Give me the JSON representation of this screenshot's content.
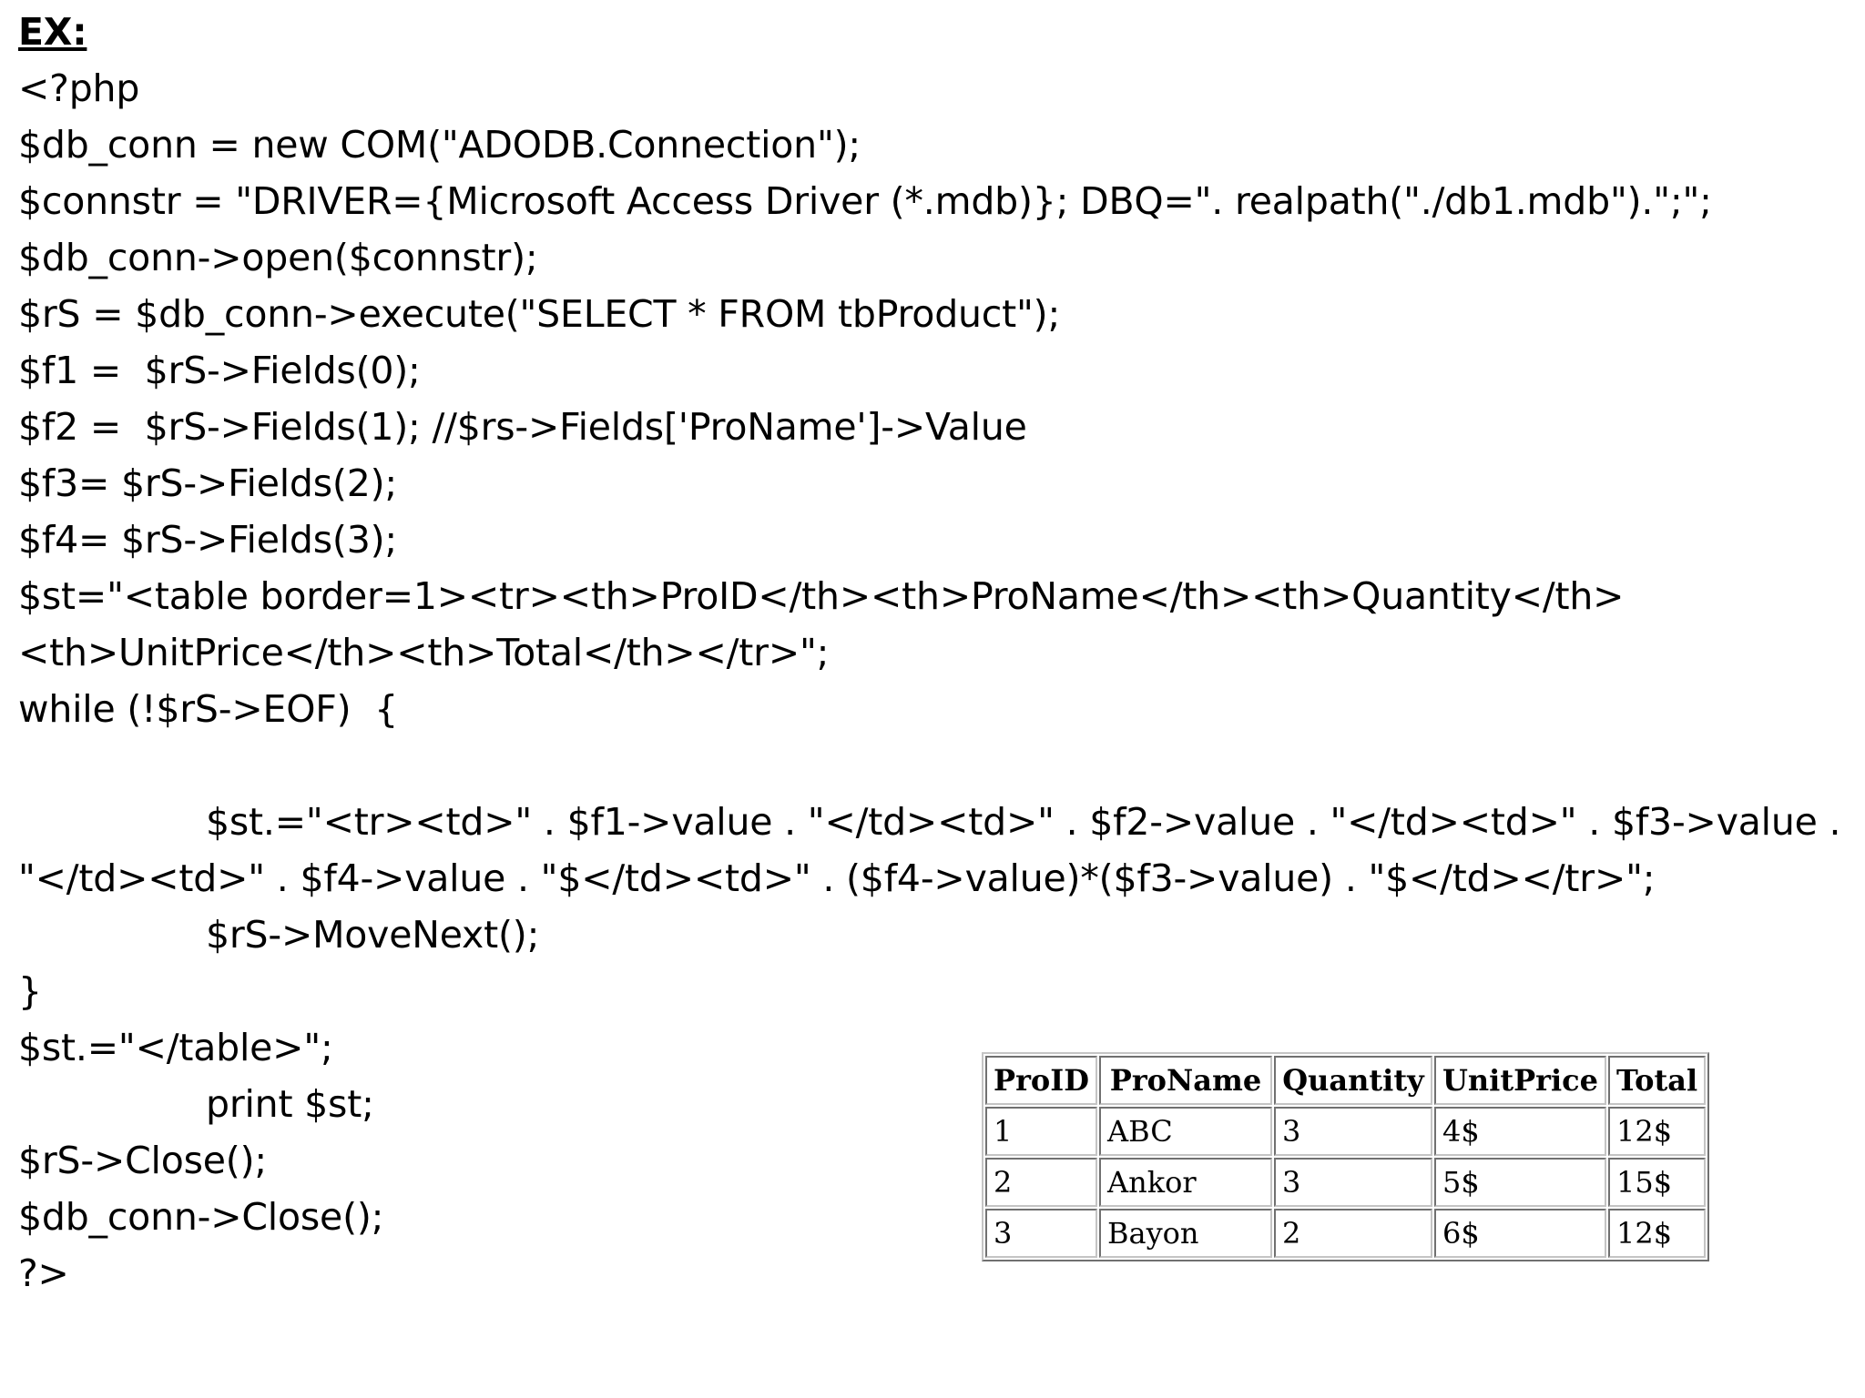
{
  "slide": {
    "heading": "EX:",
    "code_lines": [
      {
        "text": "<?php",
        "indent": false
      },
      {
        "text": "$db_conn = new COM(\"ADODB.Connection\");",
        "indent": false
      },
      {
        "text": "$connstr = \"DRIVER={Microsoft Access Driver (*.mdb)}; DBQ=\". realpath(\"./db1.mdb\").\";\";",
        "indent": false
      },
      {
        "text": "$db_conn->open($connstr);",
        "indent": false
      },
      {
        "text": "$rS = $db_conn->execute(\"SELECT * FROM tbProduct\");",
        "indent": false
      },
      {
        "text": "$f1 =  $rS->Fields(0);",
        "indent": false
      },
      {
        "text": "$f2 =  $rS->Fields(1); //$rs->Fields['ProName']->Value",
        "indent": false
      },
      {
        "text": "$f3= $rS->Fields(2);",
        "indent": false
      },
      {
        "text": "$f4= $rS->Fields(3);",
        "indent": false
      },
      {
        "text": "$st=\"<table border=1><tr><th>ProID</th><th>ProName</th><th>Quantity</th><th>UnitPrice</th><th>Total</th></tr>\";",
        "indent": false
      },
      {
        "text": "while (!$rS->EOF)  {",
        "indent": false
      },
      {
        "text": "",
        "indent": false
      },
      {
        "text": "$st.=\"<tr><td>\" . $f1->value . \"</td><td>\" . $f2->value . \"</td><td>\" . $f3->value . \"</td><td>\" . $f4->value . \"$</td><td>\" . ($f4->value)*($f3->value) . \"$</td></tr>\";",
        "indent": true
      },
      {
        "text": "$rS->MoveNext();",
        "indent": true
      },
      {
        "text": "}",
        "indent": false
      },
      {
        "text": "$st.=\"</table>\";",
        "indent": false
      },
      {
        "text": "print $st;",
        "indent": true
      },
      {
        "text": "$rS->Close();",
        "indent": false
      },
      {
        "text": "$db_conn->Close();",
        "indent": false
      },
      {
        "text": "?>",
        "indent": false
      }
    ]
  },
  "output_table": {
    "columns": [
      "ProID",
      "ProName",
      "Quantity",
      "UnitPrice",
      "Total"
    ],
    "rows": [
      [
        "1",
        "ABC",
        "3",
        "4$",
        "12$"
      ],
      [
        "2",
        "Ankor",
        "3",
        "5$",
        "15$"
      ],
      [
        "3",
        "Bayon",
        "2",
        "6$",
        "12$"
      ]
    ]
  },
  "colors": {
    "page_background": "#ffffff",
    "text": "#000000",
    "table_border": "#c4c4c4"
  }
}
